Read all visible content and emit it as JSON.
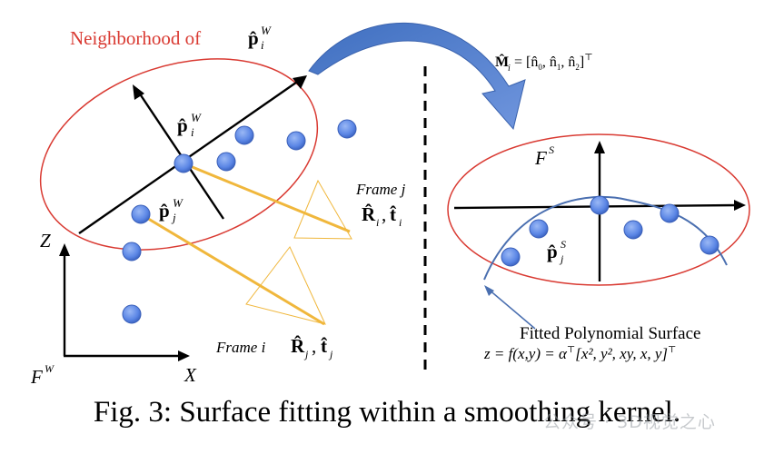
{
  "labels": {
    "neighborhood_prefix": "Neighborhood of",
    "p_hat": "p̂",
    "sup_w": "W",
    "sub_i": "i",
    "sub_j": "j",
    "sup_s": "S",
    "f_s_letter": "F",
    "f_w_letter": "F",
    "axis_z": "Z",
    "axis_x": "X",
    "frame_j": "Frame j",
    "frame_i": "Frame i",
    "rt_i": "R̂",
    "t_hat": "t̂",
    "m_hat_eq_lhs": "M̂",
    "m_hat_eq_rhs": "= [n̂",
    "m_hat_n0": "0",
    "m_hat_n1": "1",
    "m_hat_n2": "2",
    "m_hat_close": "]",
    "transpose": "⊤",
    "fitted_title": "Fitted Polynomial Surface",
    "fitted_eq": "z = f(x,y) = α",
    "fitted_eq_rest": "[x², y², xy, x, y]",
    "caption": "Fig. 3: Surface fitting within a smoothing kernel.",
    "watermark": "公众号 · 3D视觉之心"
  },
  "colors": {
    "ellipse_stroke": "#d93a32",
    "point_fill": "#5b86e5",
    "frame_line": "#f0b73c",
    "curve": "#4a6fb0",
    "arrow_fill": "#4d7cc9",
    "neighborhood_text": "#d93a32"
  }
}
